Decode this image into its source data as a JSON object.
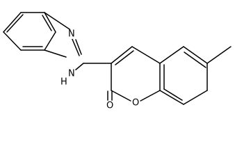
{
  "molecule": {
    "atoms": {
      "n_imine": "N",
      "n_amine": "N",
      "h_amine": "H",
      "o_carbonyl": "O",
      "o_ring": "O"
    },
    "colors": {
      "bond": "#000000",
      "label": "#000000",
      "background": "#ffffff"
    }
  }
}
